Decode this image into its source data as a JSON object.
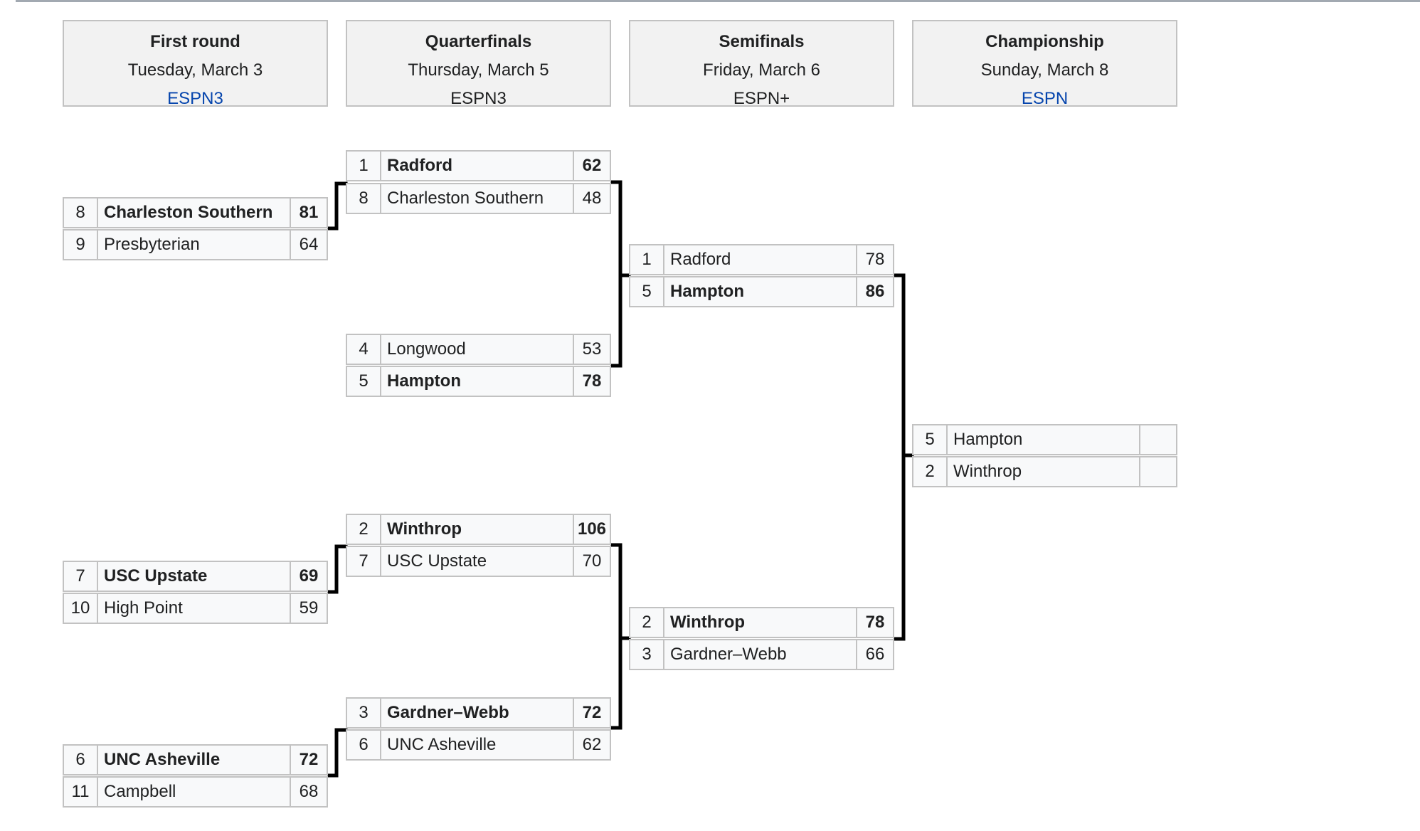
{
  "rounds": [
    {
      "name": "First round",
      "date": "Tuesday, March 3",
      "network": "ESPN3"
    },
    {
      "name": "Quarterfinals",
      "date": "Thursday, March 5",
      "network": "ESPN3"
    },
    {
      "name": "Semifinals",
      "date": "Friday, March 6",
      "network": "ESPN+"
    },
    {
      "name": "Championship",
      "date": "Sunday, March 8",
      "network": "ESPN"
    }
  ],
  "games": {
    "r1_g1": {
      "top": {
        "seed": "8",
        "team": "Charleston Southern",
        "score": "81",
        "winner": true
      },
      "bottom": {
        "seed": "9",
        "team": "Presbyterian",
        "score": "64",
        "winner": false
      }
    },
    "r1_g2": {
      "top": {
        "seed": "7",
        "team": "USC Upstate",
        "score": "69",
        "winner": true
      },
      "bottom": {
        "seed": "10",
        "team": "High Point",
        "score": "59",
        "winner": false
      }
    },
    "r1_g3": {
      "top": {
        "seed": "6",
        "team": "UNC Asheville",
        "score": "72",
        "winner": true
      },
      "bottom": {
        "seed": "11",
        "team": "Campbell",
        "score": "68",
        "winner": false
      }
    },
    "qf_g1": {
      "top": {
        "seed": "1",
        "team": "Radford",
        "score": "62",
        "winner": true
      },
      "bottom": {
        "seed": "8",
        "team": "Charleston Southern",
        "score": "48",
        "winner": false
      }
    },
    "qf_g2": {
      "top": {
        "seed": "4",
        "team": "Longwood",
        "score": "53",
        "winner": false
      },
      "bottom": {
        "seed": "5",
        "team": "Hampton",
        "score": "78",
        "winner": true
      }
    },
    "qf_g3": {
      "top": {
        "seed": "2",
        "team": "Winthrop",
        "score": "106",
        "winner": true
      },
      "bottom": {
        "seed": "7",
        "team": "USC Upstate",
        "score": "70",
        "winner": false
      }
    },
    "qf_g4": {
      "top": {
        "seed": "3",
        "team": "Gardner–Webb",
        "score": "72",
        "winner": true
      },
      "bottom": {
        "seed": "6",
        "team": "UNC Asheville",
        "score": "62",
        "winner": false
      }
    },
    "sf_g1": {
      "top": {
        "seed": "1",
        "team": "Radford",
        "score": "78",
        "winner": false
      },
      "bottom": {
        "seed": "5",
        "team": "Hampton",
        "score": "86",
        "winner": true
      }
    },
    "sf_g2": {
      "top": {
        "seed": "2",
        "team": "Winthrop",
        "score": "78",
        "winner": true
      },
      "bottom": {
        "seed": "3",
        "team": "Gardner–Webb",
        "score": "66",
        "winner": false
      }
    },
    "final": {
      "top": {
        "seed": "5",
        "team": "Hampton",
        "score": "",
        "winner": false
      },
      "bottom": {
        "seed": "2",
        "team": "Winthrop",
        "score": "",
        "winner": false
      }
    }
  },
  "colors": {
    "link": "#0645ad",
    "header_bg": "#f2f2f2",
    "cell_bg": "#f8f9fa",
    "border": "#c2c2c2",
    "connector": "#000000"
  }
}
